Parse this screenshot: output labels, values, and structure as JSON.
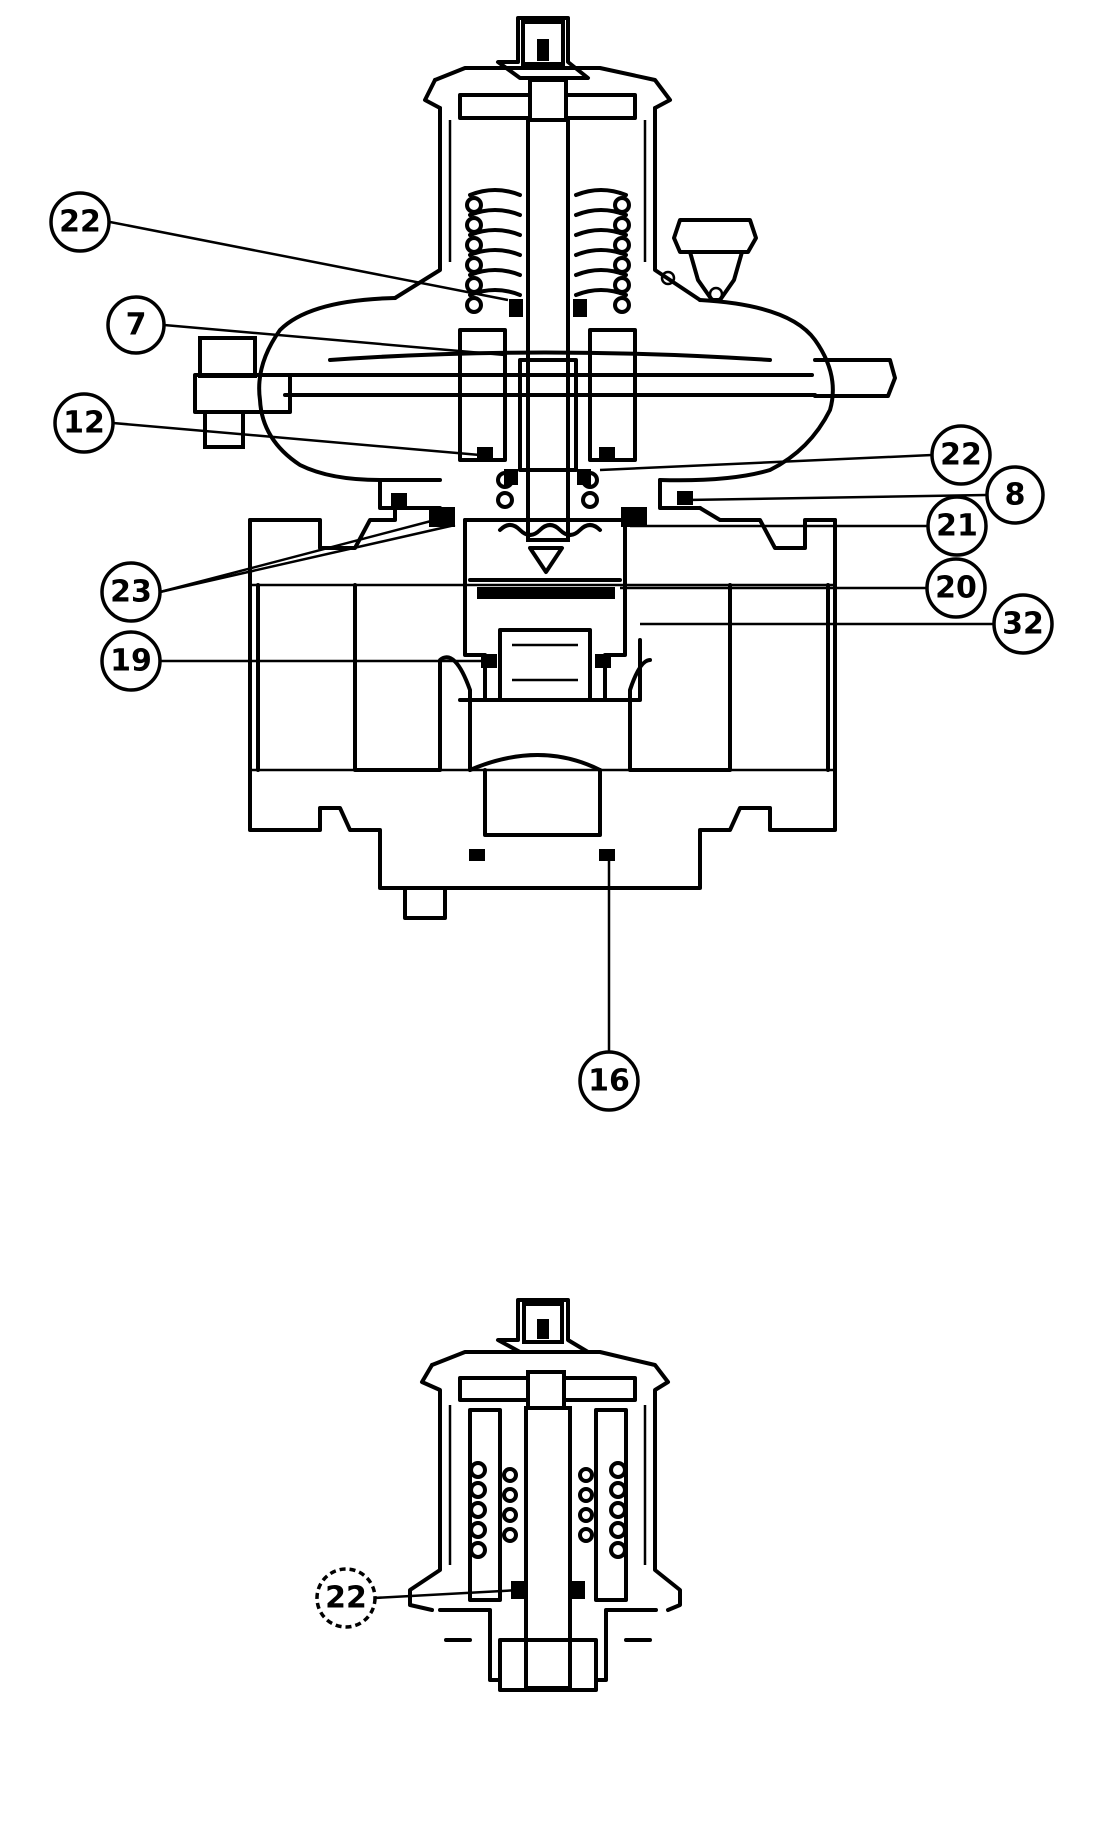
{
  "callouts": [
    {
      "id": "c22a",
      "label": "22"
    },
    {
      "id": "c7",
      "label": "7"
    },
    {
      "id": "c12",
      "label": "12"
    },
    {
      "id": "c22b",
      "label": "22"
    },
    {
      "id": "c8",
      "label": "8"
    },
    {
      "id": "c21",
      "label": "21"
    },
    {
      "id": "c23",
      "label": "23"
    },
    {
      "id": "c20",
      "label": "20"
    },
    {
      "id": "c32",
      "label": "32"
    },
    {
      "id": "c19",
      "label": "19"
    },
    {
      "id": "c16",
      "label": "16"
    },
    {
      "id": "c22c",
      "label": "22"
    }
  ]
}
